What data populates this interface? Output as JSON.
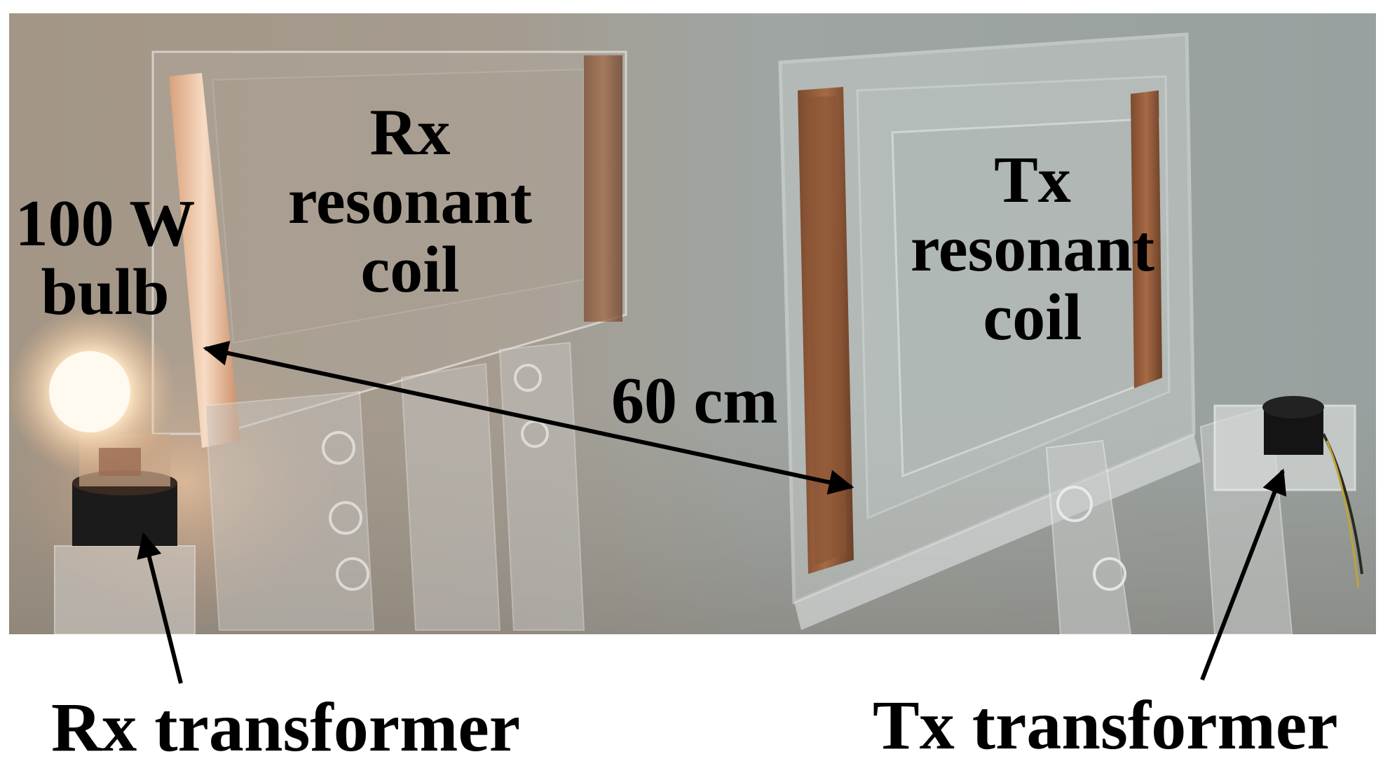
{
  "labels": {
    "rx_coil": [
      "Rx",
      "resonant",
      "coil"
    ],
    "tx_coil": [
      "Tx",
      "resonant",
      "coil"
    ],
    "bulb": [
      "100 W",
      "bulb"
    ],
    "distance": "60 cm",
    "rx_transformer": "Rx transformer",
    "tx_transformer": "Tx transformer"
  }
}
